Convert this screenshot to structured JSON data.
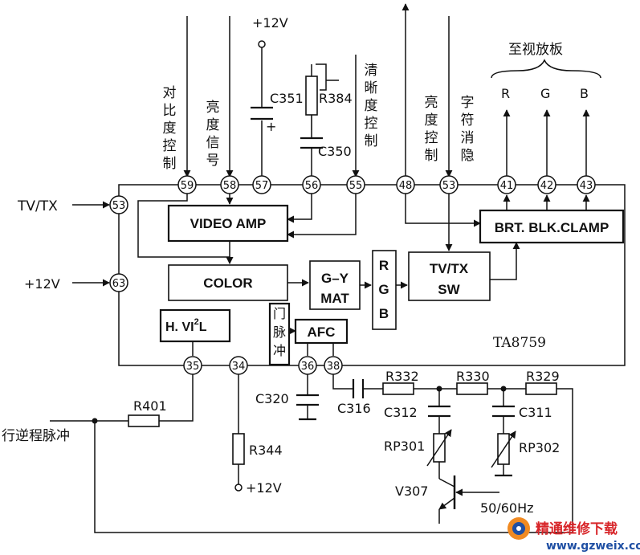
{
  "colors": {
    "ink": "#111111",
    "paper": "#ffffff",
    "wm_red": "#d8262a",
    "wm_orange": "#f08a22",
    "wm_blue": "#1f4fa3"
  },
  "ic": {
    "part": "TA8759"
  },
  "blocks": {
    "video_amp": "VIDEO AMP",
    "color": "COLOR",
    "gy_mat_1": "G–Y",
    "gy_mat_2": "MAT",
    "rgb_1": "R",
    "rgb_2": "G",
    "rgb_3": "B",
    "tvtx_sw_1": "TV/TX",
    "tvtx_sw_2": "SW",
    "brt_blk_clamp": "BRT. BLK.CLAMP",
    "hvi2l_1": "H. VI",
    "hvi2l_sup": "2",
    "hvi2l_2": "L",
    "gate_1": "门",
    "gate_2": "脉",
    "gate_3": "冲",
    "afc": "AFC"
  },
  "pins": [
    "59",
    "58",
    "57",
    "56",
    "55",
    "48",
    "53",
    "41",
    "42",
    "43",
    "53",
    "63",
    "35",
    "34",
    "36",
    "38"
  ],
  "labels": {
    "contrast": [
      "对",
      "比",
      "度",
      "控",
      "制"
    ],
    "brightness_signal": [
      "亮",
      "度",
      "信",
      "号"
    ],
    "clarity": [
      "清",
      "晰",
      "度",
      "控",
      "制"
    ],
    "brightness_ctrl": [
      "亮",
      "度",
      "控",
      "制"
    ],
    "char_blank": [
      "字",
      "符",
      "消",
      "隐"
    ],
    "to_board": "至视放板",
    "out_r": "R",
    "out_g": "G",
    "out_b": "B",
    "tvtx_in": "TV/TX",
    "plus12_top": "+12V",
    "plus12_left": "+12V",
    "plus12_bottom": "+12V",
    "flyback": "行逆程脉冲",
    "freq": "50/60Hz"
  },
  "components": {
    "C351": "C351",
    "plus_sign": "+",
    "R384": "R384",
    "C350": "C350",
    "C320": "C320",
    "C316": "C316",
    "R332": "R332",
    "R330": "R330",
    "R329": "R329",
    "C312": "C312",
    "C311": "C311",
    "RP301": "RP301",
    "RP302": "RP302",
    "V307": "V307",
    "R401": "R401",
    "R344": "R344"
  },
  "watermark": {
    "name": "精通维修下载",
    "url": "www.gzweix.com"
  }
}
